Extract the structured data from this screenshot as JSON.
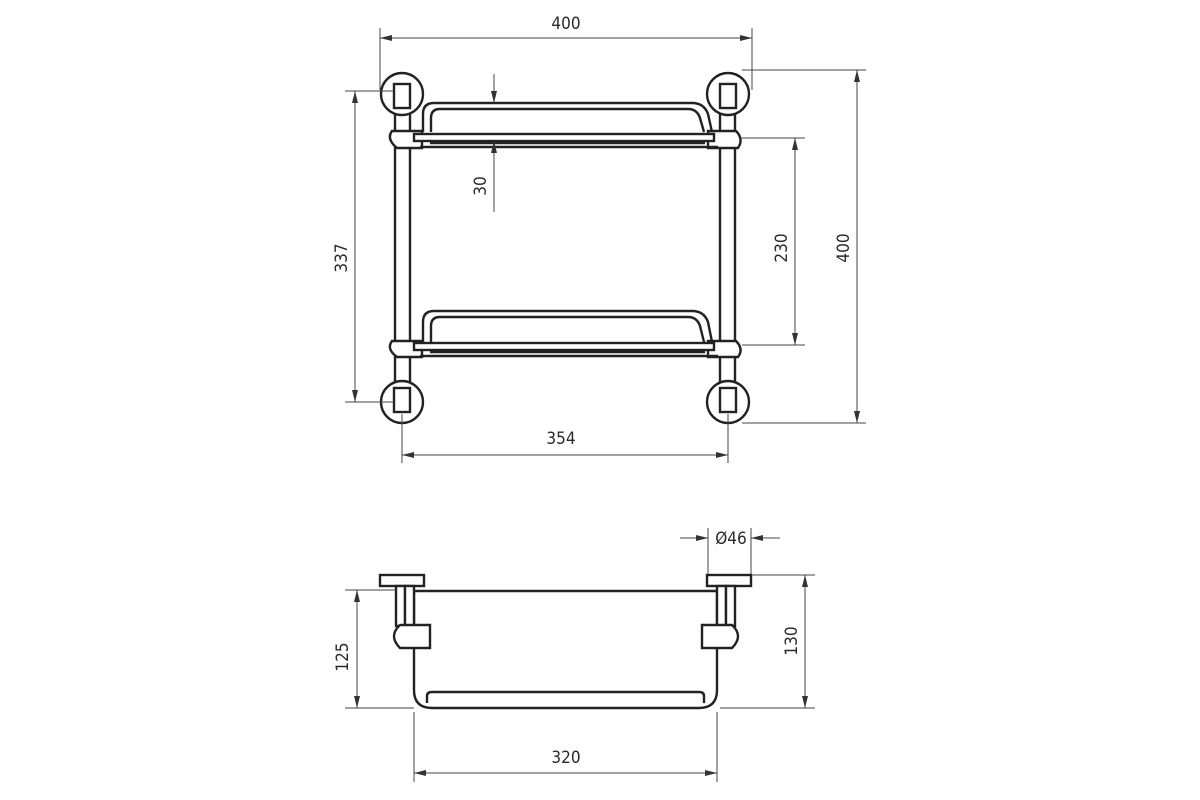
{
  "dimensions": {
    "top_width": "400",
    "rail_spacing": "354",
    "mount_height": "337",
    "shelf_gap": "230",
    "total_height": "400",
    "rim_height": "30",
    "holder_diameter": "Ø46",
    "depth_total": "130",
    "depth_shelf": "125",
    "shelf_width": "320"
  }
}
